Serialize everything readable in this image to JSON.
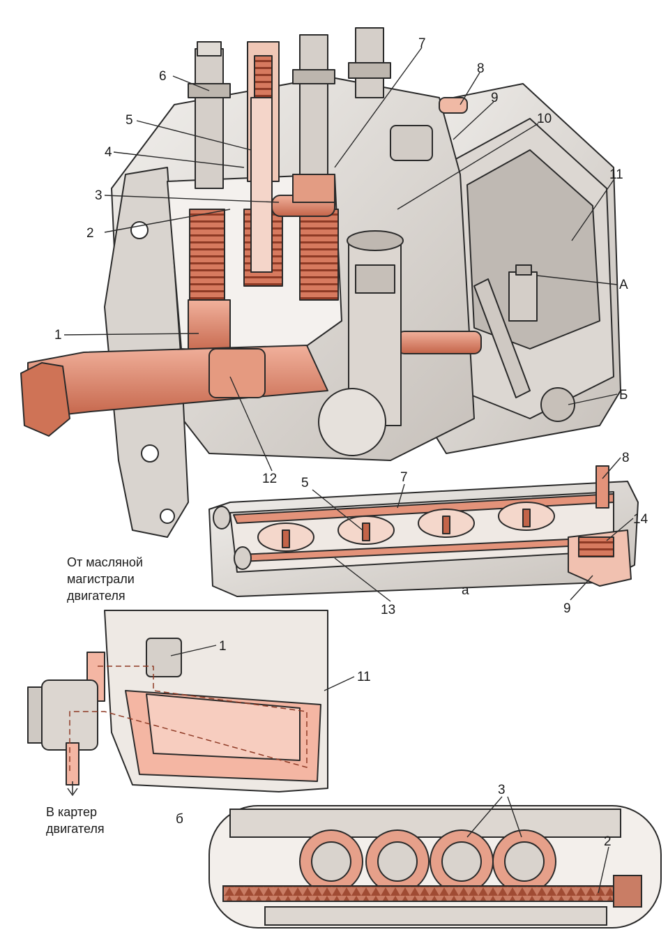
{
  "labels": {
    "n1": "1",
    "n2": "2",
    "n3": "3",
    "n4": "4",
    "n5": "5",
    "n6": "6",
    "n7": "7",
    "n8": "8",
    "n9": "9",
    "n10": "10",
    "n11": "11",
    "n12": "12",
    "n13": "13",
    "n14": "14",
    "A": "А",
    "B": "Б"
  },
  "subfig": {
    "a": "а",
    "b": "б"
  },
  "captions": {
    "from_oil_line": [
      "От масляной",
      "магистрали",
      "двигателя"
    ],
    "to_crankcase": [
      "В картер",
      "двигателя"
    ]
  },
  "colors": {
    "copper": "#e4937a",
    "copper_dark": "#b6523a",
    "body": "#e7e4e0",
    "body_shade": "#c9c4bf",
    "oil": "#f4b6a3",
    "ink": "#2a2a2a"
  }
}
